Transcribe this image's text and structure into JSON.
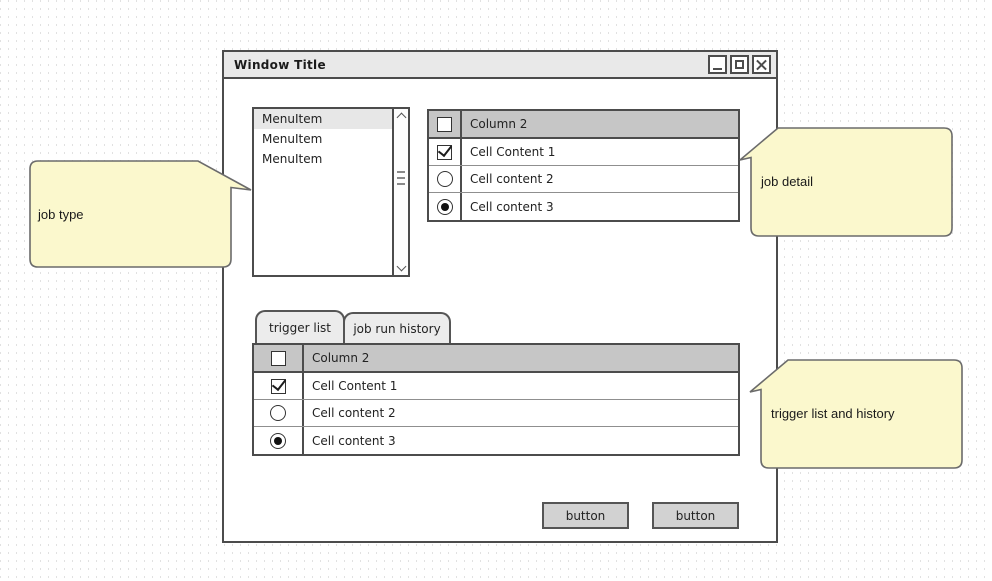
{
  "colors": {
    "callout_bg": "#fbf8cd",
    "callout_border": "#6b6b6b",
    "table_header_bg": "#c6c6c6",
    "titlebar_bg": "#e9e9e9",
    "selection_bg": "#e7e7e7",
    "button_bg": "#d2d2d2",
    "sketch_border": "#4c4c4c",
    "dot_grid": "#e1e1e1"
  },
  "window": {
    "title": "Window Title",
    "controls": [
      {
        "name": "minimize"
      },
      {
        "name": "maximize"
      },
      {
        "name": "close"
      }
    ]
  },
  "job_type_list": {
    "items": [
      "MenuItem",
      "MenuItem",
      "MenuItem"
    ],
    "selected_index": 0
  },
  "detail_table": {
    "header": {
      "control": "checkbox-unchecked",
      "label": "Column 2"
    },
    "rows": [
      {
        "control": "checkbox-checked",
        "label": "Cell Content 1"
      },
      {
        "control": "radio-unchecked",
        "label": "Cell content 2"
      },
      {
        "control": "radio-checked",
        "label": "Cell content 3"
      }
    ]
  },
  "tabs": [
    {
      "label": "trigger list",
      "active": true
    },
    {
      "label": "job run history",
      "active": false
    }
  ],
  "trigger_table": {
    "header": {
      "control": "checkbox-unchecked",
      "label": "Column 2"
    },
    "rows": [
      {
        "control": "checkbox-checked",
        "label": "Cell Content 1"
      },
      {
        "control": "radio-unchecked",
        "label": "Cell content 2"
      },
      {
        "control": "radio-checked",
        "label": "Cell content 3"
      }
    ]
  },
  "actions": [
    {
      "label": "button"
    },
    {
      "label": "button"
    }
  ],
  "callouts": [
    {
      "id": "job-type",
      "text": "job type"
    },
    {
      "id": "job-detail",
      "text": "job detail"
    },
    {
      "id": "trigger-list-and-history",
      "text": "trigger list and history"
    }
  ]
}
